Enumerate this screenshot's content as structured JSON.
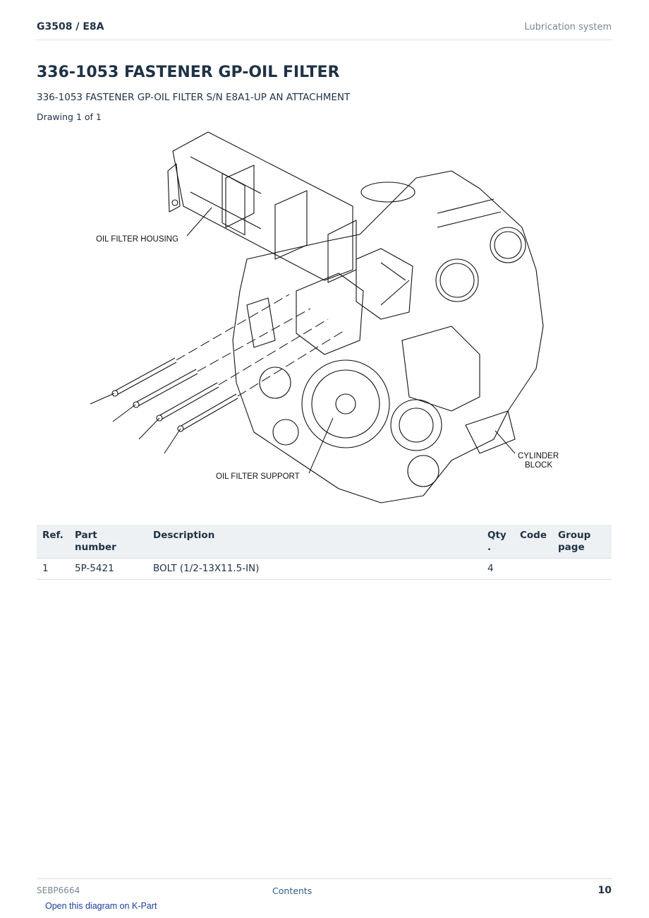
{
  "header": {
    "model": "G3508  /  E8A",
    "section": "Lubrication system"
  },
  "title": "336-1053 FASTENER GP-OIL FILTER",
  "subtitle": "336-1053 FASTENER GP-OIL FILTER S/N E8A1-UP AN ATTACHMENT",
  "drawing_label": "Drawing 1 of 1",
  "drawing": {
    "callouts": {
      "housing": "OIL FILTER HOUSING",
      "support": "OIL FILTER SUPPORT",
      "block_line1": "CYLINDER",
      "block_line2": "BLOCK"
    }
  },
  "table": {
    "headers": {
      "ref": "Ref.",
      "part_number": "Part number",
      "description": "Description",
      "qty_line1": "Qty",
      "qty_line2": ".",
      "code": "Code",
      "group_line1": "Group",
      "group_line2": "page"
    },
    "rows": [
      {
        "ref": "1",
        "part_number": "5P-5421",
        "description": "BOLT (1/2-13X11.5-IN)",
        "qty": "4",
        "code": "",
        "group_page": ""
      }
    ]
  },
  "footer": {
    "doc_id": "SEBP6664",
    "contents_link": "Contents",
    "page_number": "10"
  },
  "kpart_link": "Open this diagram on K-Part"
}
